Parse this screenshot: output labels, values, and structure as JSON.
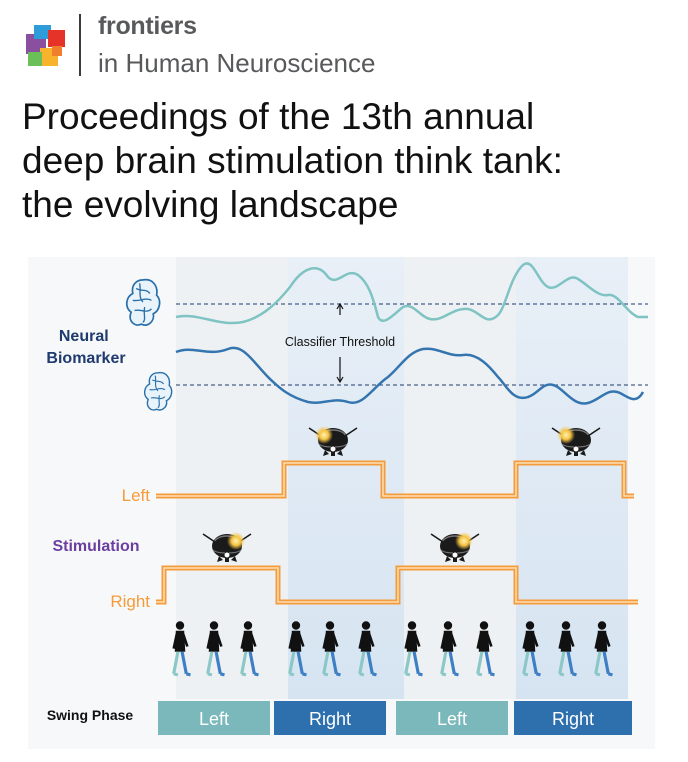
{
  "brand": {
    "name": "frontiers",
    "journal": "in Human Neuroscience",
    "colors": [
      "#e63329",
      "#f7b32b",
      "#2e9cd8",
      "#6bbf59",
      "#8a4f9e"
    ]
  },
  "paper": {
    "title": [
      "Proceedings of the 13th annual",
      "deep brain stimulation think tank:",
      "the evolving landscape"
    ]
  },
  "figure": {
    "neural_label": [
      "Neural",
      "Biomarker"
    ],
    "classifier_label": "Classifier Threshold",
    "stim_label": "Stimulation",
    "left_label": "Left",
    "right_label": "Right",
    "swing_label": "Swing Phase",
    "swing_phases": [
      "Left",
      "Right",
      "Left",
      "Right"
    ],
    "colors": {
      "teal_trace": "#7fc3c3",
      "blue_trace": "#3475b0",
      "stim_orange": "#f59b3a",
      "stim_purple": "#6b3fa0",
      "left_phase": "#7ab8bc",
      "right_phase": "#2e6fad",
      "walker_dark": "#111111",
      "walker_leg_light": "#8cc7c7",
      "walker_leg_blue": "#3d7fc4"
    }
  }
}
